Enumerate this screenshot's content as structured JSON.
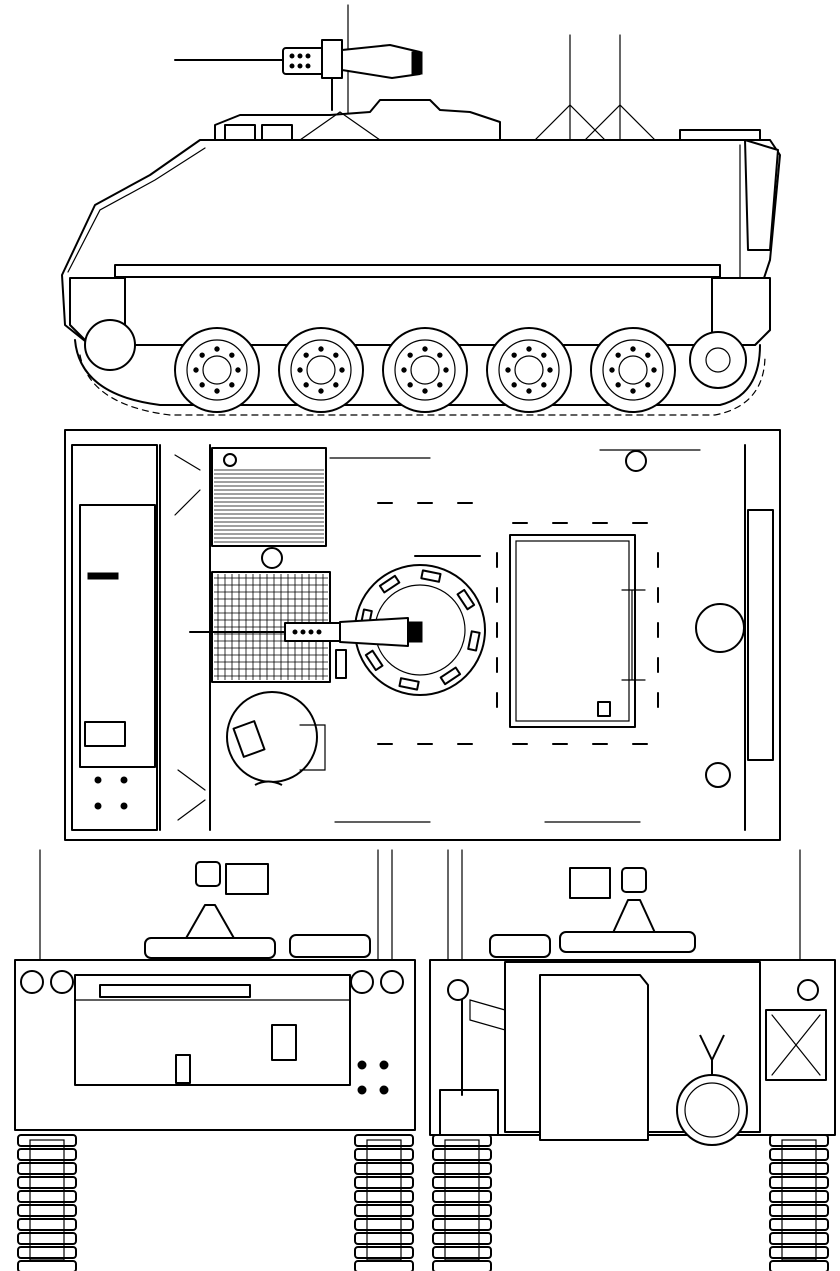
{
  "drawing": {
    "views": [
      {
        "id": "side",
        "kind": "side-elevation"
      },
      {
        "id": "top",
        "kind": "plan-view"
      },
      {
        "id": "front",
        "kind": "front-elevation"
      },
      {
        "id": "rear",
        "kind": "rear-elevation"
      }
    ],
    "road_wheel_count": 5,
    "palette": {
      "line": "#000000",
      "paper": "#ffffff"
    }
  }
}
